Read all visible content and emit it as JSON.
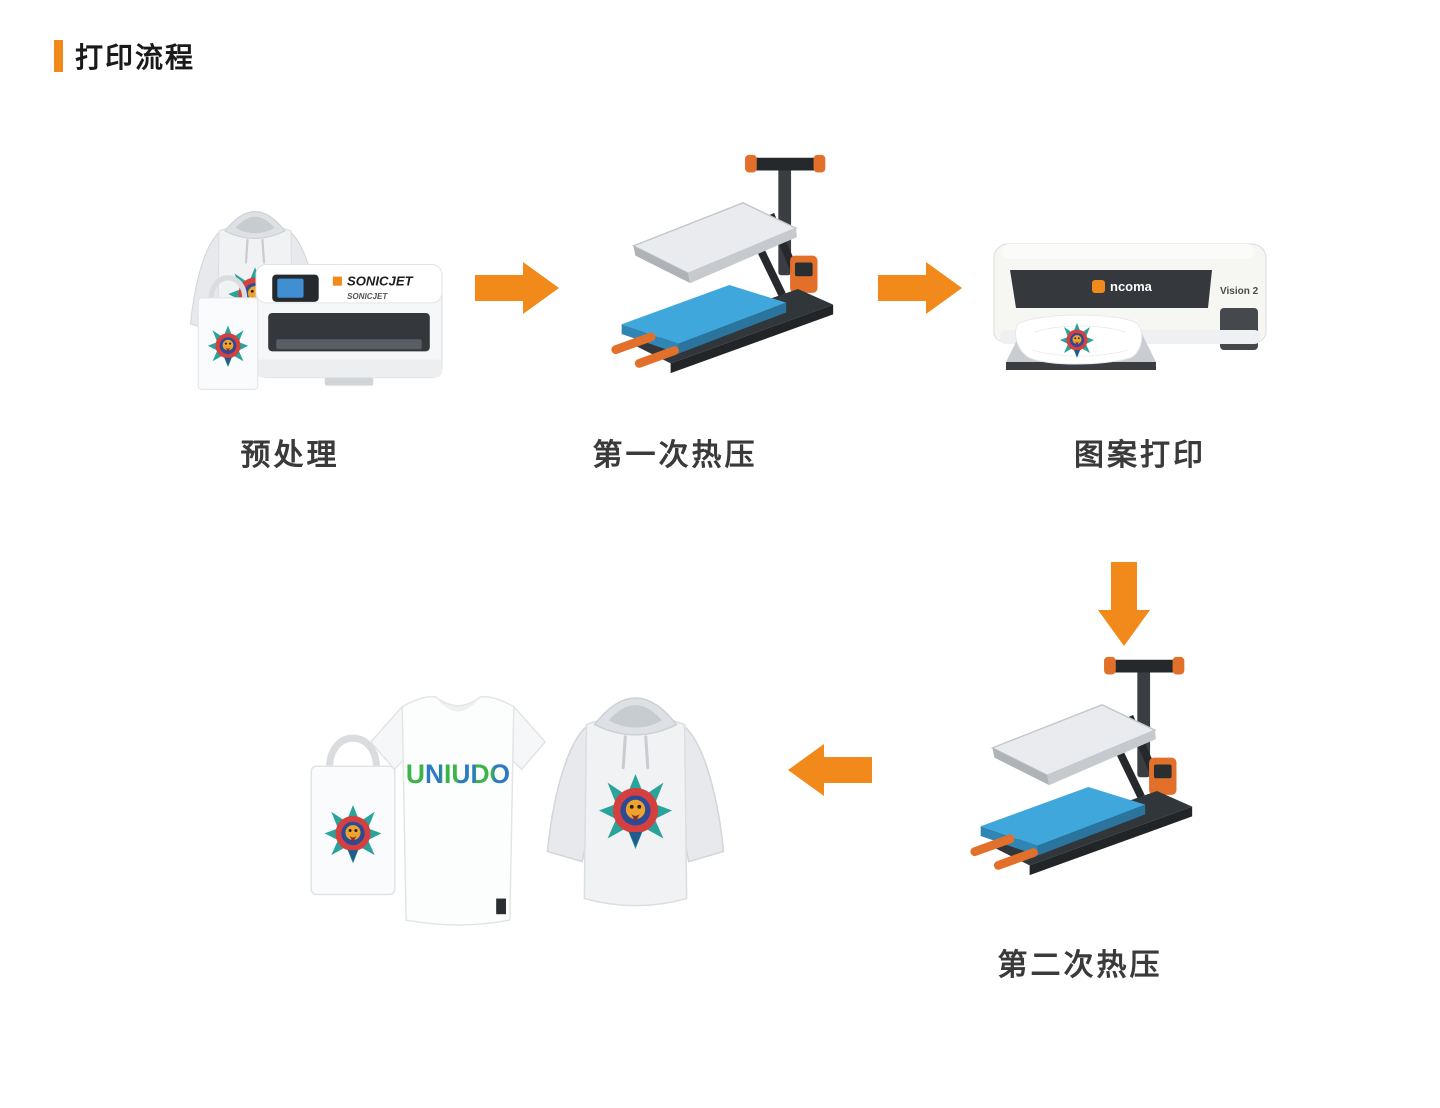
{
  "page": {
    "background": "#ffffff",
    "accent_color": "#F28A1B"
  },
  "header": {
    "title": "打印流程"
  },
  "flow": {
    "steps": [
      {
        "id": "pretreatment",
        "label": "预处理"
      },
      {
        "id": "first-heat-press",
        "label": "第一次热压"
      },
      {
        "id": "pattern-printing",
        "label": "图案打印"
      },
      {
        "id": "second-heat-press",
        "label": "第二次热压"
      }
    ]
  },
  "devices": {
    "pretreatment_printer": {
      "brand": "SONICJET"
    },
    "dtf_printer": {
      "brand": "ncoma",
      "model": "Vision 2"
    }
  },
  "apparel": {
    "tshirt_logo": "UNIUDO"
  },
  "colors": {
    "arrow": "#F28A1B",
    "press_pad_blue": "#3FA7DB",
    "caption_text": "#3A3A3A"
  }
}
